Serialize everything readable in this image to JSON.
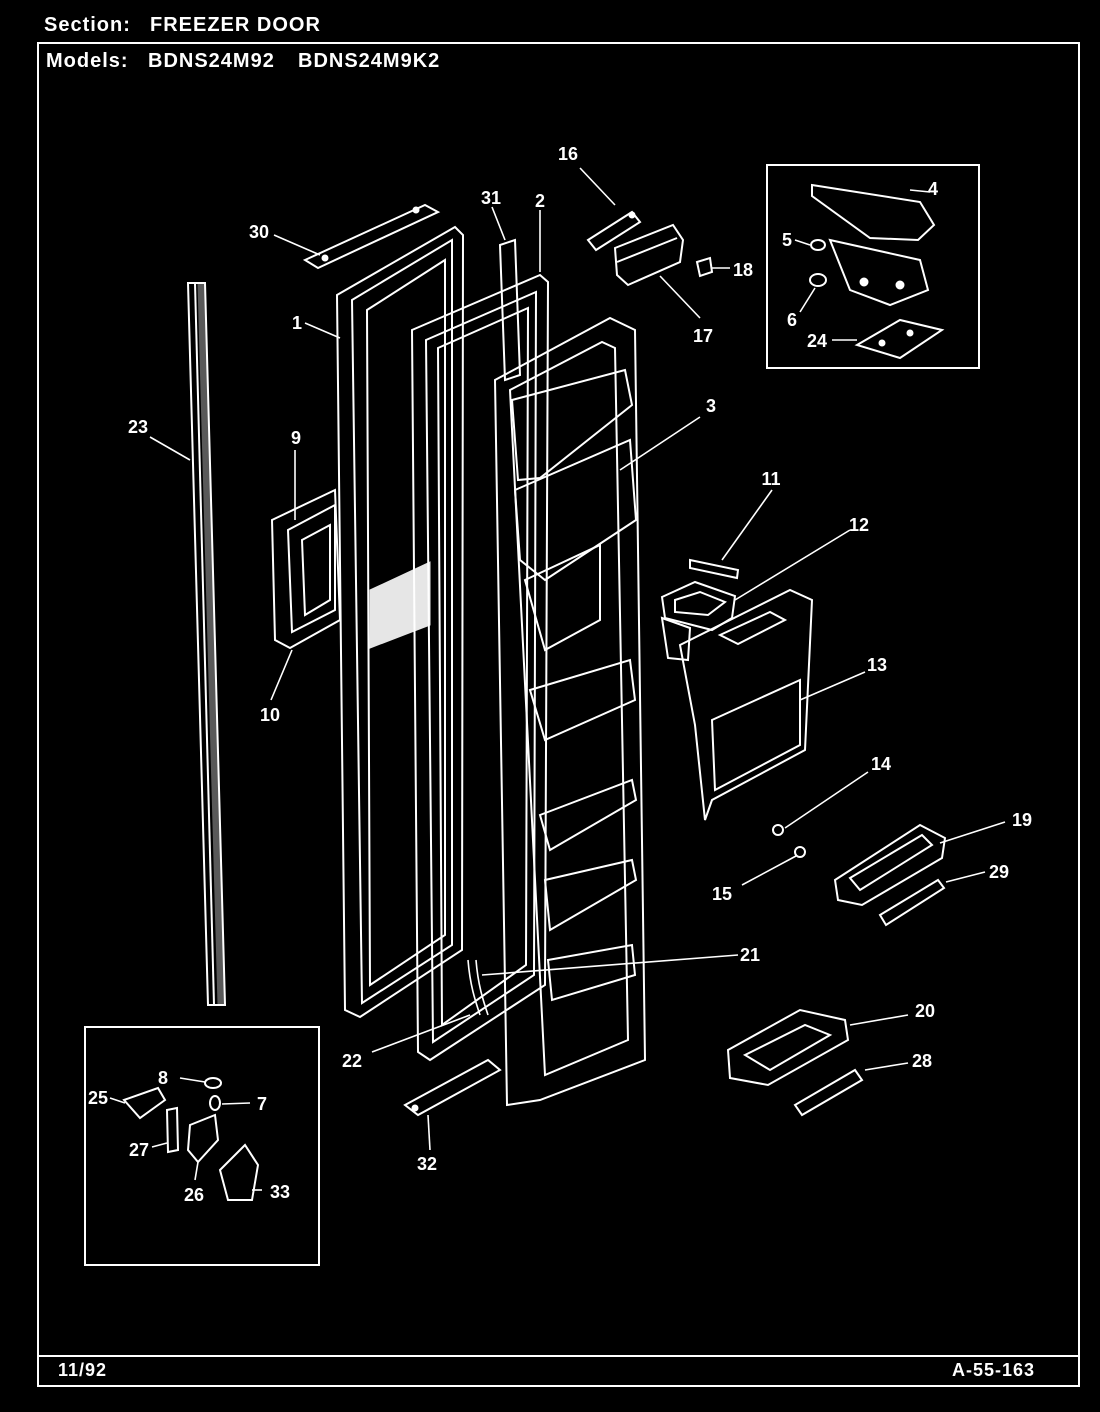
{
  "header": {
    "section_label": "Section:",
    "section_value": "FREEZER DOOR",
    "models_label": "Models:",
    "model_1": "BDNS24M92",
    "model_2": "BDNS24M9K2"
  },
  "footer": {
    "date": "11/92",
    "page_code": "A-55-163"
  },
  "callouts": [
    "1",
    "2",
    "3",
    "4",
    "5",
    "6",
    "7",
    "8",
    "9",
    "10",
    "11",
    "12",
    "13",
    "14",
    "15",
    "16",
    "17",
    "18",
    "19",
    "20",
    "21",
    "22",
    "23",
    "24",
    "25",
    "26",
    "27",
    "28",
    "29",
    "30",
    "31",
    "32",
    "33"
  ]
}
